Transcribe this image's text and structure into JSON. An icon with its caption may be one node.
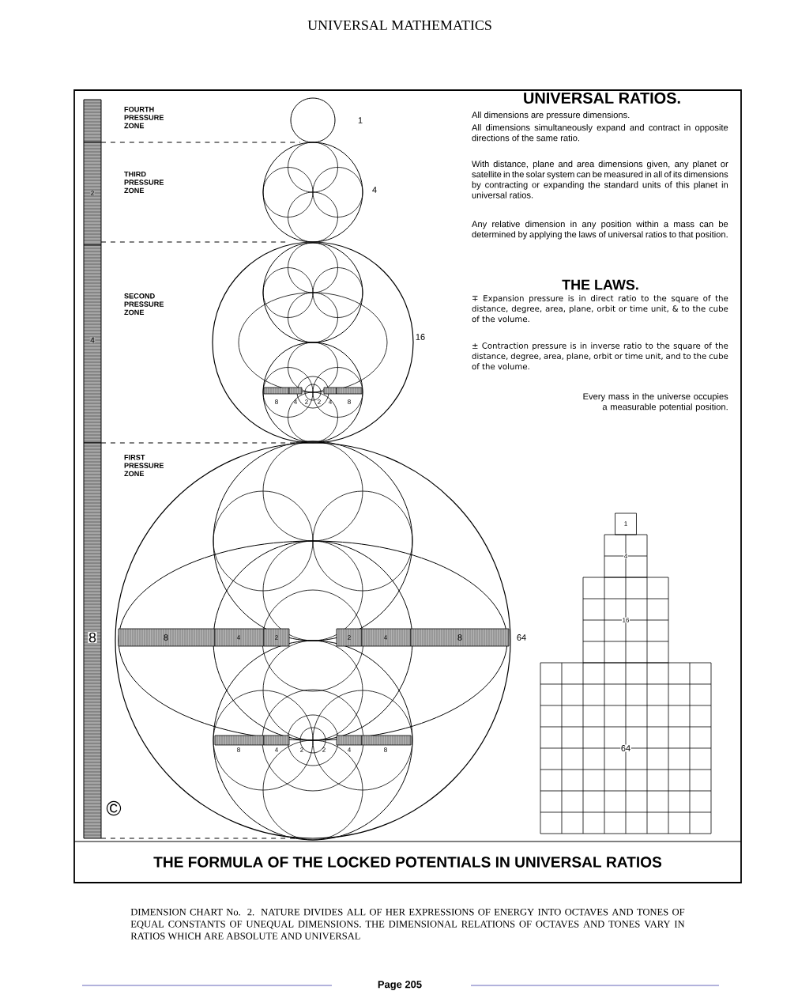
{
  "diagram": {
    "title": "UNIVERSAL MATHEMATICS",
    "caption": "DIMENSION CHART No. 2. NATURE DIVIDES ALL OF HER EXPRESSIONS OF ENERGY INTO OCTAVES AND TONES OF EQUAL CONSTANTS OF UNEQUAL DIMENSIONS. THE DIMENSIONAL RELATIONS OF OCTAVES AND TONES VARY IN RATIOS WHICH ARE ABSOLUTE AND UNIVERSAL",
    "labels": [
      "FOURTH PRESSURE ZONE",
      "1",
      "UNIVERSAL RATIOS.",
      "All dimensions are pressure dimensions.",
      "All dimensions simultaneously expand and contract in opposite directions of the same ratio.",
      "With distance, plane and area dimensions given, any planet or satellite in the solar system can be measured in all of its dimensions by contracting or expanding the standard units of this planet in universal ratios.",
      "Any relative dimension in any position within a mass can be determined by applying the laws of universal ratios to that position.",
      "THE LAWS.",
      "∓ Expansion pressure is in direct ratio to the square of the distance, degree, area, plane, orbit or time unit, & to the cube of the volume.",
      "± Contraction pressure is in inverse ratio to the square of the distance, degree, area, plane, orbit or time unit, and to the cube of the volume.",
      "Every mass in the universe occupies a measurable potential position.",
      "THIRD PRESSURE ZONE",
      "2",
      "4",
      "SECOND PRESSURE ZONE",
      "4",
      "16",
      "8",
      "4",
      "2",
      "2",
      "4",
      "8",
      "FIRST PRESSURE ZONE",
      "8",
      "8",
      "4",
      "2",
      "2",
      "4",
      "8",
      "64",
      "1",
      "4",
      "16",
      "8",
      "4",
      "2",
      "2",
      "4",
      "8",
      "64",
      "©",
      "THE FORMULA OF THE LOCKED POTENTIALS IN UNIVERSAL RATIOS",
      "Page 205"
    ]
  }
}
